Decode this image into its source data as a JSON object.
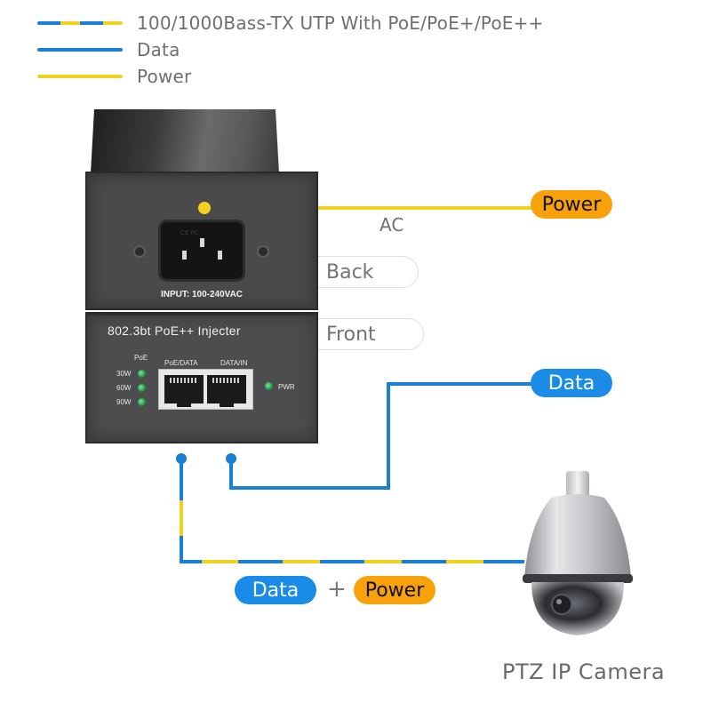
{
  "legend": [
    {
      "label": "100/1000Bass-TX UTP With PoE/PoE+/PoE++",
      "style": "mixed",
      "colors": [
        "#1a7fd6",
        "#f2d21c"
      ]
    },
    {
      "label": "Data",
      "style": "data",
      "color": "#1a7fd6"
    },
    {
      "label": "Power",
      "style": "power",
      "color": "#f2d21c"
    }
  ],
  "device": {
    "back": {
      "input_label": "INPUT: 100-240VAC",
      "socket_markings": "CE  PC"
    },
    "front": {
      "title": "802.3bt PoE++ Injecter",
      "poe_header": "PoE",
      "poe_levels": [
        "30W",
        "60W",
        "90W"
      ],
      "ports": [
        "PoE/DATA",
        "DATA/IN"
      ],
      "pwr_label": "PWR"
    }
  },
  "annotations": {
    "power_tag": "Power",
    "ac_label": "AC",
    "back_tab": "Back",
    "front_tab": "Front",
    "data_tag": "Data",
    "bottom_data_tag": "Data",
    "bottom_plus": "+",
    "bottom_power_tag": "Power",
    "camera_label": "PTZ IP Camera"
  },
  "colors": {
    "data_blue": "#1a7fd6",
    "power_yellow": "#f2d21c",
    "power_tag_orange": "#f9a10a",
    "data_tag_blue": "#1a8ce8",
    "device_gray": "#4a4a4c"
  }
}
